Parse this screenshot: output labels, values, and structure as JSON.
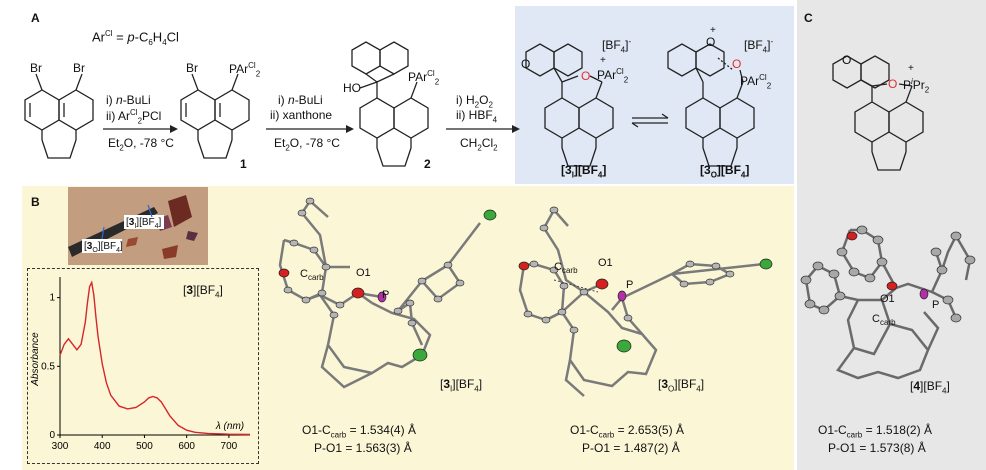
{
  "panels": {
    "a": "A",
    "b": "B",
    "c": "C"
  },
  "scheme": {
    "arcl_def": "Ar",
    "arcl_def_sup": "Cl",
    "arcl_def_rest": " = p-C6H4Cl",
    "step1": {
      "line1": "i) n-BuLi",
      "line2": "ii) ArCl2PCl",
      "cond": "Et2O, -78 °C"
    },
    "step2": {
      "line1": "i) n-BuLi",
      "line2": "ii) xanthone",
      "cond": "Et2O, -78 °C"
    },
    "step3": {
      "line1": "i) H2O2",
      "line2": "ii) HBF4",
      "cond": "CH2Cl2"
    },
    "sm_br1": "Br",
    "sm_br2": "Br",
    "c1_br": "Br",
    "c1_p": "PArCl2",
    "c1_num": "1",
    "c2_ho": "HO",
    "c2_p": "PArCl2",
    "c2_num": "2",
    "c3i": {
      "o": "O",
      "p": "P",
      "par": "ArCl2",
      "plus": "+",
      "anion": "[BF4]-",
      "label": "[3I][BF4]"
    },
    "c3o": {
      "o": "O",
      "plus": "+",
      "p": "PArCl2",
      "anion": "[BF4]-",
      "label": "[3O][BF4]"
    }
  },
  "photo": {
    "label_i": "[3I][BF4]",
    "label_o": "[3O][BF4]"
  },
  "uv_chart": {
    "title": "[3][BF4]",
    "ylabel": "Absorbance",
    "xlabel": "λ (nm)"
  },
  "chart_data": {
    "type": "line",
    "title": "[3][BF4]",
    "xlabel": "λ (nm)",
    "ylabel": "Absorbance",
    "xlim": [
      300,
      750
    ],
    "ylim": [
      0,
      1.15
    ],
    "xticks": [
      300,
      400,
      500,
      600,
      700
    ],
    "yticks": [
      0,
      0.5,
      1
    ],
    "series": [
      {
        "color": "#d6262b",
        "x": [
          300,
          310,
          320,
          330,
          340,
          350,
          360,
          365,
          370,
          375,
          380,
          385,
          390,
          400,
          410,
          420,
          440,
          460,
          480,
          500,
          510,
          520,
          530,
          540,
          550,
          560,
          580,
          600,
          620,
          650,
          700,
          750
        ],
        "y": [
          0.58,
          0.66,
          0.7,
          0.66,
          0.62,
          0.66,
          0.82,
          0.96,
          1.08,
          1.11,
          1.02,
          0.86,
          0.72,
          0.52,
          0.38,
          0.29,
          0.21,
          0.19,
          0.2,
          0.24,
          0.27,
          0.28,
          0.27,
          0.24,
          0.19,
          0.14,
          0.07,
          0.035,
          0.02,
          0.012,
          0.006,
          0.004
        ]
      }
    ]
  },
  "structures": {
    "s3i": {
      "ccarb": "Ccarb",
      "o1": "O1",
      "p": "P",
      "label": "[3I][BF4]",
      "m1": "O1-Ccarb = 1.534(4) Å",
      "m2": "P-O1 = 1.563(3) Å"
    },
    "s3o": {
      "ccarb": "Ccarb",
      "o1": "O1",
      "p": "P",
      "label": "[3O][BF4]",
      "m1": "O1-Ccarb = 2.653(5) Å",
      "m2": "P-O1 = 1.487(2) Å"
    },
    "s4": {
      "ccarb": "Ccarb",
      "o1": "O1",
      "p": "P",
      "label": "[4][BF4]",
      "m1": "O1-Ccarb = 1.518(2) Å",
      "m2": "P-O1 = 1.573(8) Å"
    }
  },
  "compound4": {
    "o": "O",
    "plus": "+",
    "p": "PiPr2"
  },
  "colors": {
    "panel_b_bg": "#fbf7d6",
    "panel_c_bg": "#e7e7e7",
    "box_3_bg": "#dfe8f4",
    "oxygen": "#e03030",
    "phosphorus": "#b03aa8",
    "chlorine": "#3aa83a",
    "curve": "#d6262b"
  }
}
